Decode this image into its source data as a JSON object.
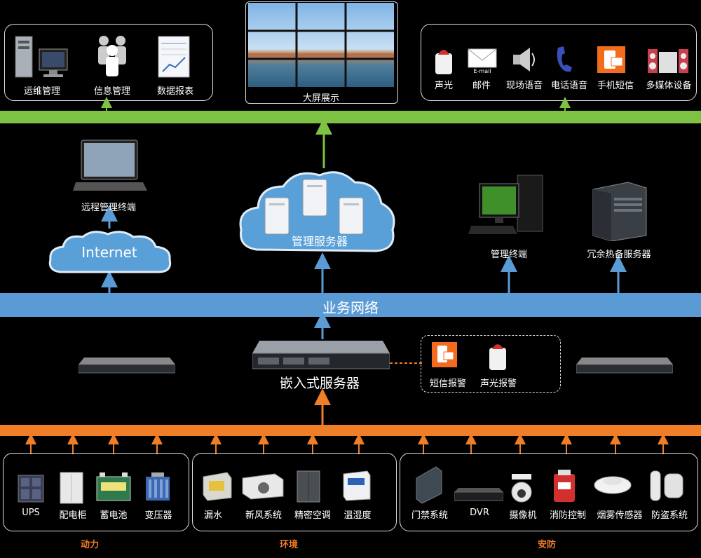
{
  "top_left": {
    "items": [
      {
        "label": "运维管理",
        "icon": "server-pc-icon"
      },
      {
        "label": "信息管理",
        "icon": "people-group-icon"
      },
      {
        "label": "数据报表",
        "icon": "report-sheet-icon"
      }
    ]
  },
  "big_screen": {
    "label": "大屏展示",
    "icon": "video-wall-icon"
  },
  "top_right": {
    "items": [
      {
        "label": "声光",
        "icon": "siren-icon"
      },
      {
        "label": "邮件",
        "icon": "email-icon",
        "caption": "E-mail"
      },
      {
        "label": "现场语音",
        "icon": "speaker-icon"
      },
      {
        "label": "电话语音",
        "icon": "phone-icon"
      },
      {
        "label": "手机短信",
        "icon": "sms-icon"
      },
      {
        "label": "多媒体设备",
        "icon": "stereo-icon"
      }
    ]
  },
  "remote_terminal": {
    "label": "远程管理终端"
  },
  "internet": {
    "label": "Internet"
  },
  "mgmt_server": {
    "label": "管理服务器"
  },
  "mgmt_terminal": {
    "label": "管理终端"
  },
  "redundant_server": {
    "label": "冗余热备服务器"
  },
  "business_network": {
    "label": "业务网络"
  },
  "embedded_server": {
    "label": "嵌入式服务器"
  },
  "local_alarm": {
    "items": [
      {
        "label": "短信报警",
        "icon": "sms-icon"
      },
      {
        "label": "声光报警",
        "icon": "siren-icon"
      }
    ]
  },
  "groups": [
    {
      "title": "动力",
      "items": [
        "UPS",
        "配电柜",
        "蓄电池",
        "变压器"
      ]
    },
    {
      "title": "环境",
      "items": [
        "漏水",
        "新风系统",
        "精密空调",
        "温湿度"
      ]
    },
    {
      "title": "安防",
      "items": [
        "门禁系统",
        "DVR",
        "摄像机",
        "消防控制",
        "烟雾传感器",
        "防盗系统"
      ]
    }
  ],
  "colors": {
    "green_bus": "#7dc242",
    "blue_bus": "#5b9bd5",
    "orange_bus": "#f07d28",
    "cloud": "#5aa0d8"
  }
}
